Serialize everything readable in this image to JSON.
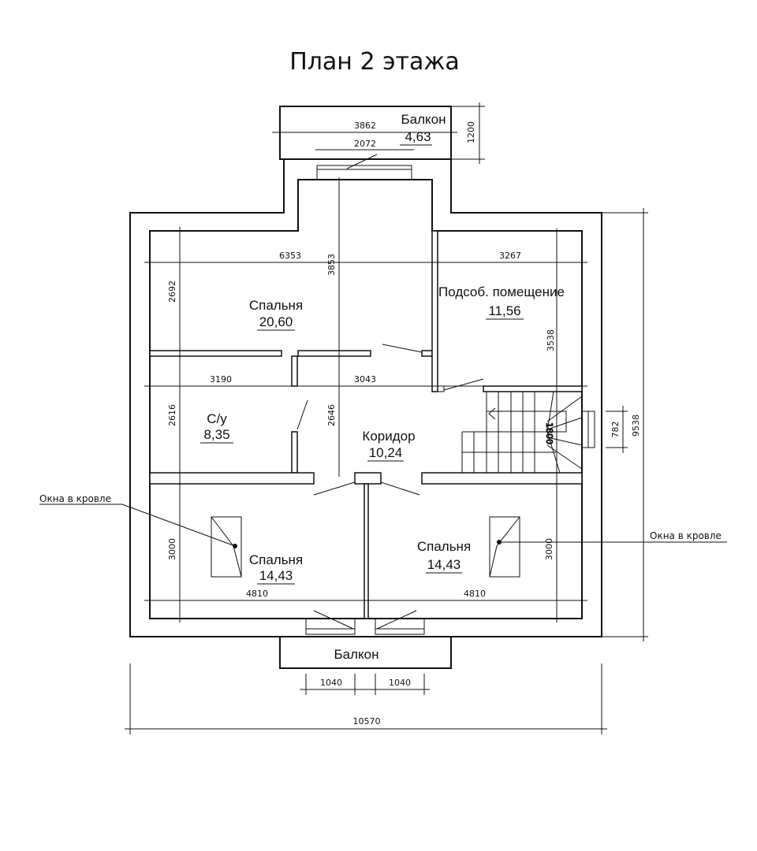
{
  "title": "План 2 этажа",
  "rooms": {
    "balcony_top": {
      "name": "Балкон",
      "area": "4,63"
    },
    "bedroom1": {
      "name": "Спальня",
      "area": "20,60"
    },
    "utility": {
      "name": "Подсоб. помещение",
      "area": "11,56"
    },
    "wc": {
      "name": "С/у",
      "area": "8,35"
    },
    "corridor": {
      "name": "Коридор",
      "area": "10,24"
    },
    "bedroom2": {
      "name": "Спальня",
      "area": "14,43"
    },
    "bedroom3": {
      "name": "Спальня",
      "area": "14,43"
    },
    "balcony_bottom": {
      "name": "Балкон"
    }
  },
  "notes": {
    "roof_window_left": "Окна в кровле",
    "roof_window_right": "Окна в кровле"
  },
  "dims": {
    "d3862": "3862",
    "d2072": "2072",
    "d1200": "1200",
    "d6353": "6353",
    "d3267": "3267",
    "d3853": "3853",
    "d2692": "2692",
    "d3538": "3538",
    "d3190": "3190",
    "d3043": "3043",
    "d2616": "2616",
    "d2646": "2646",
    "d1800": "1800",
    "d782": "782",
    "d9538": "9538",
    "d3000a": "3000",
    "d3000b": "3000",
    "d4810a": "4810",
    "d4810b": "4810",
    "d1040a": "1040",
    "d1040b": "1040",
    "d10570": "10570"
  }
}
